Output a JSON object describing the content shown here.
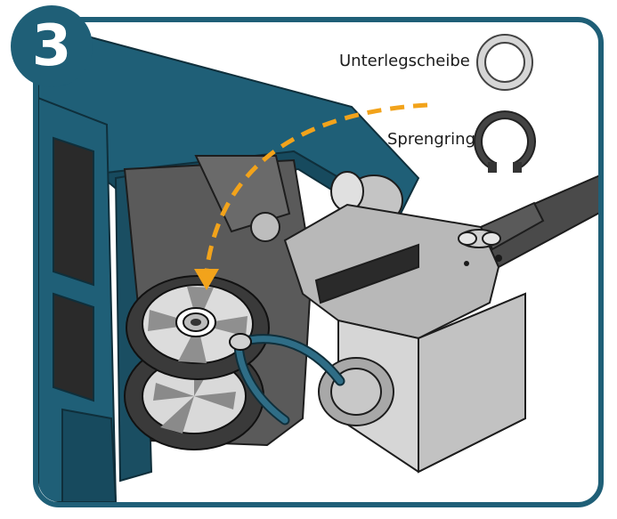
{
  "step": {
    "number": "3"
  },
  "parts": {
    "washer": {
      "label": "Unterlegscheibe",
      "icon": "washer-icon"
    },
    "snap_ring": {
      "label": "Sprengring",
      "icon": "snap-ring-icon"
    }
  },
  "colors": {
    "teal": "#1f5f77",
    "teal_dark": "#174a5e",
    "arrow": "#f2a31b",
    "metal_light": "#c9c9c9",
    "metal_mid": "#a9a9a9",
    "metal_dark": "#6f6f6f",
    "tire": "#3a3a3a",
    "hose": "#2f6d86"
  }
}
